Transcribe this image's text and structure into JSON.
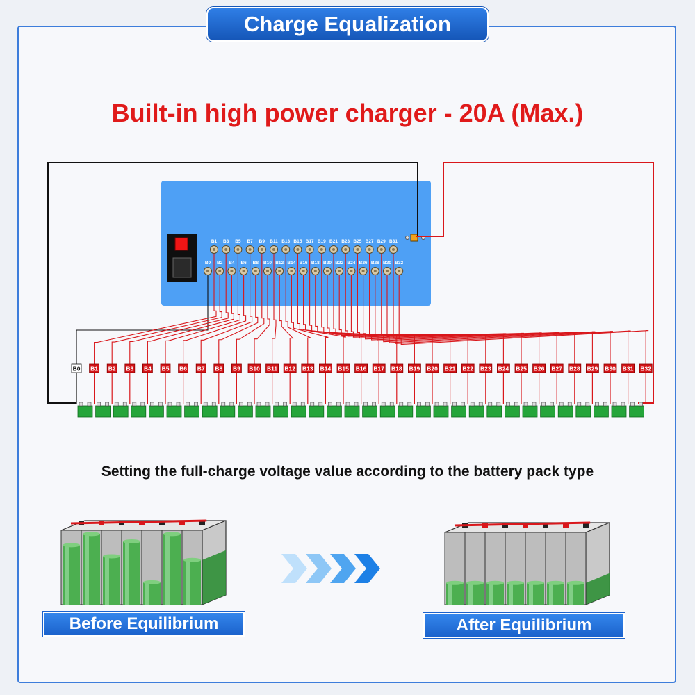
{
  "title": "Charge Equalization",
  "headline": "Built-in high power charger - 20A (Max.)",
  "subline": "Setting the full-charge voltage value according to the battery pack type",
  "before_label": "Before Equilibrium",
  "after_label": "After Equilibrium",
  "terminals_top": [
    "B1",
    "B3",
    "B5",
    "B7",
    "B9",
    "B11",
    "B13",
    "B15",
    "B17",
    "B19",
    "B21",
    "B23",
    "B25",
    "B27",
    "B29",
    "B31"
  ],
  "terminals_bottom": [
    "B0",
    "B2",
    "B4",
    "B6",
    "B8",
    "B10",
    "B12",
    "B14",
    "B16",
    "B18",
    "B20",
    "B22",
    "B24",
    "B26",
    "B28",
    "B30",
    "B32"
  ],
  "cable_tags": [
    "B0",
    "B1",
    "B2",
    "B3",
    "B4",
    "B5",
    "B6",
    "B7",
    "B8",
    "B9",
    "B10",
    "B11",
    "B12",
    "B13",
    "B14",
    "B15",
    "B16",
    "B17",
    "B18",
    "B19",
    "B20",
    "B21",
    "B22",
    "B23",
    "B24",
    "B25",
    "B26",
    "B27",
    "B28",
    "B29",
    "B30",
    "B31",
    "B32"
  ],
  "before_cell_levels": [
    0.8,
    0.95,
    0.65,
    0.85,
    0.3,
    0.95,
    0.6
  ],
  "after_cell_levels": [
    0.3,
    0.3,
    0.3,
    0.3,
    0.3,
    0.3,
    0.3
  ],
  "colors": {
    "accent_blue": "#1b62cc",
    "headline_red": "#e01a1a",
    "charger_blue": "#4ea0f5",
    "wire_red": "#d9171b",
    "cell_green": "#35a83a"
  }
}
